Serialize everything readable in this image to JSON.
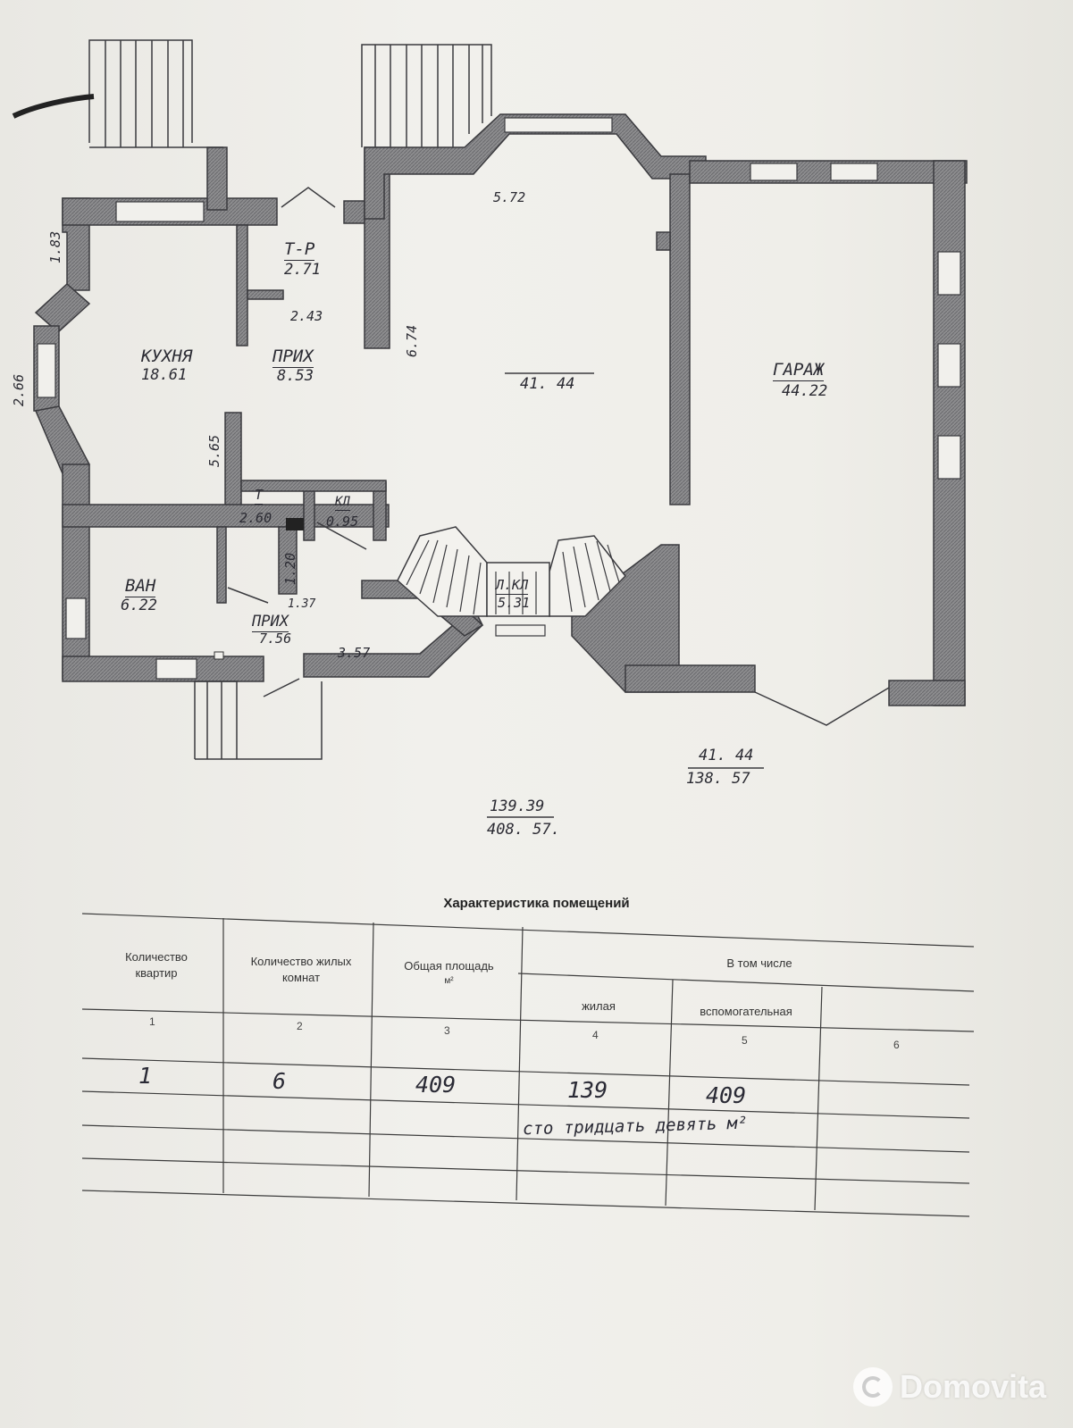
{
  "plan": {
    "rooms": {
      "kitchen": {
        "name": "КУХНЯ",
        "area": "18.61"
      },
      "hall_top": {
        "name": "ПРИХ",
        "area": "8.53"
      },
      "toilet_room": {
        "name": "Т-Р",
        "area": "2.71"
      },
      "living": {
        "area": "41. 44"
      },
      "garage": {
        "name": "ГАРАЖ",
        "area": "44.22"
      },
      "wc": {
        "name": "Т",
        "area": "2.60"
      },
      "pantry": {
        "name": "КЛ",
        "area": "0.95"
      },
      "bath": {
        "name": "ВАН",
        "area": "6.22"
      },
      "hall_bottom": {
        "name": "ПРИХ",
        "area": "7.56"
      },
      "stair": {
        "name": "Л.КЛ",
        "area": "5.31"
      }
    },
    "dims": {
      "d183": "1.83",
      "d243": "2.43",
      "d572": "5.72",
      "d674": "6.74",
      "d565": "5.65",
      "d120": "1.20",
      "d137": "1.37",
      "d357": "3.57",
      "d266": "2.66"
    },
    "totals": {
      "garage_top": "41. 44",
      "garage_bottom": "138. 57",
      "all_top": "139.39",
      "all_bottom": "408. 57."
    }
  },
  "table": {
    "title": "Характеристика помещений",
    "headers": {
      "col1": "Количество квартир",
      "col2": "Количество жилых комнат",
      "col3": "Общая площадь",
      "col3_unit": "м²",
      "group": "В том числе",
      "col4": "жилая",
      "col5": "вспомогательная"
    },
    "numbers": [
      "1",
      "2",
      "3",
      "4",
      "5",
      "6"
    ],
    "row": {
      "c1": "1",
      "c2": "6",
      "c3": "409",
      "c4": "139",
      "c5": "409"
    },
    "words": "сто тридцать девять м²"
  },
  "watermark": {
    "text": "Domovita"
  }
}
